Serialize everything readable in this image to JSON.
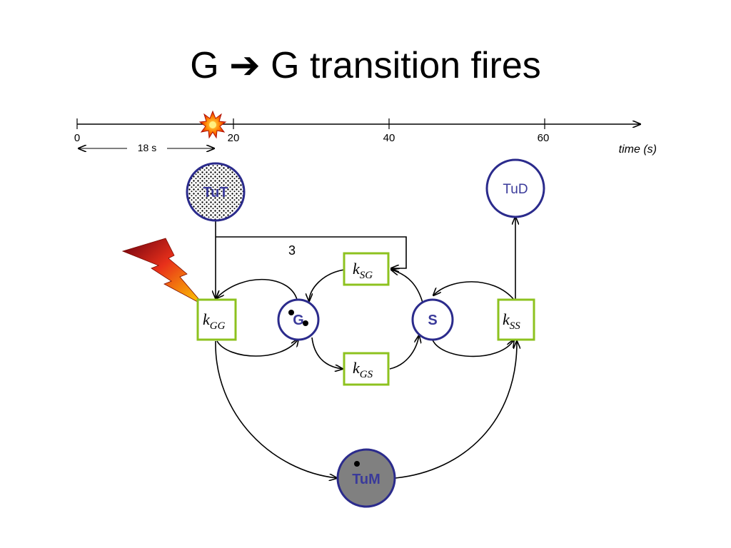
{
  "title": {
    "prefix": "G ",
    "arrow": "➔",
    "suffix": " G transition fires"
  },
  "timeline": {
    "ticks": [
      "0",
      "20",
      "40",
      "60"
    ],
    "axis_title": "time (s)",
    "elapsed_label": "18 s",
    "event_marker_value": 18
  },
  "places": {
    "tut": "TuT",
    "tud": "TuD",
    "g": "G",
    "s": "S",
    "tum": "TuM"
  },
  "transitions": {
    "kgg": {
      "k": "k",
      "sub": "GG"
    },
    "ksg": {
      "k": "k",
      "sub": "SG"
    },
    "kgs": {
      "k": "k",
      "sub": "GS"
    },
    "kss": {
      "k": "k",
      "sub": "SS"
    }
  },
  "arc_weight": "3",
  "colors": {
    "place_border": "#2b2b8c",
    "place_text": "#3a3a9a",
    "transition_border": "#8dc21f",
    "tum_fill": "#808080",
    "lightning": "#e8301a"
  },
  "icons": {
    "event": "explosion-icon",
    "firing": "lightning-bolt-icon"
  }
}
